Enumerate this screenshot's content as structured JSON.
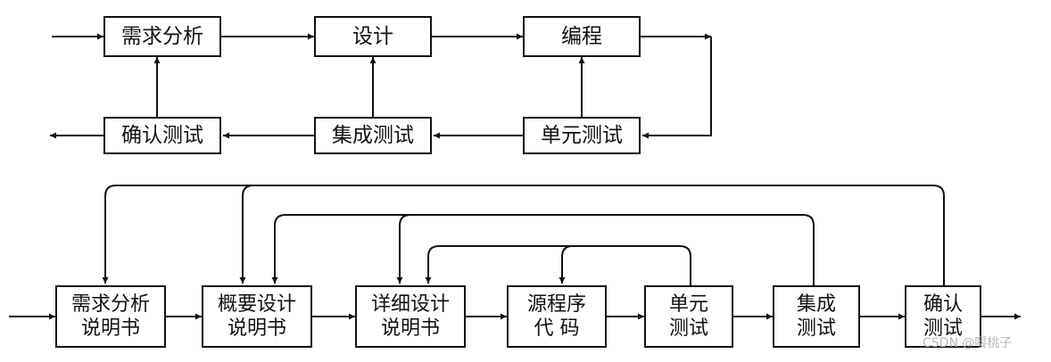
{
  "top_flow": {
    "req_analysis": "需求分析",
    "design": "设计",
    "coding": "编程",
    "acceptance_test": "确认测试",
    "integration_test": "集成测试",
    "unit_test": "单元测试"
  },
  "bottom_flow": {
    "req_spec_line1": "需求分析",
    "req_spec_line2": "说明书",
    "outline_line1": "概要设计",
    "outline_line2": "说明书",
    "detail_line1": "详细设计",
    "detail_line2": "说明书",
    "source_line1": "源程序",
    "source_line2": "代 码",
    "unit_line1": "单元",
    "unit_line2": "测试",
    "integ_line1": "集成",
    "integ_line2": "测试",
    "accept_line1": "确认",
    "accept_line2": "测试"
  },
  "watermark": "CSDN @嘤桃子",
  "colors": {
    "stroke": "#111111",
    "background": "#ffffff",
    "watermark": "#b8b8b8"
  }
}
